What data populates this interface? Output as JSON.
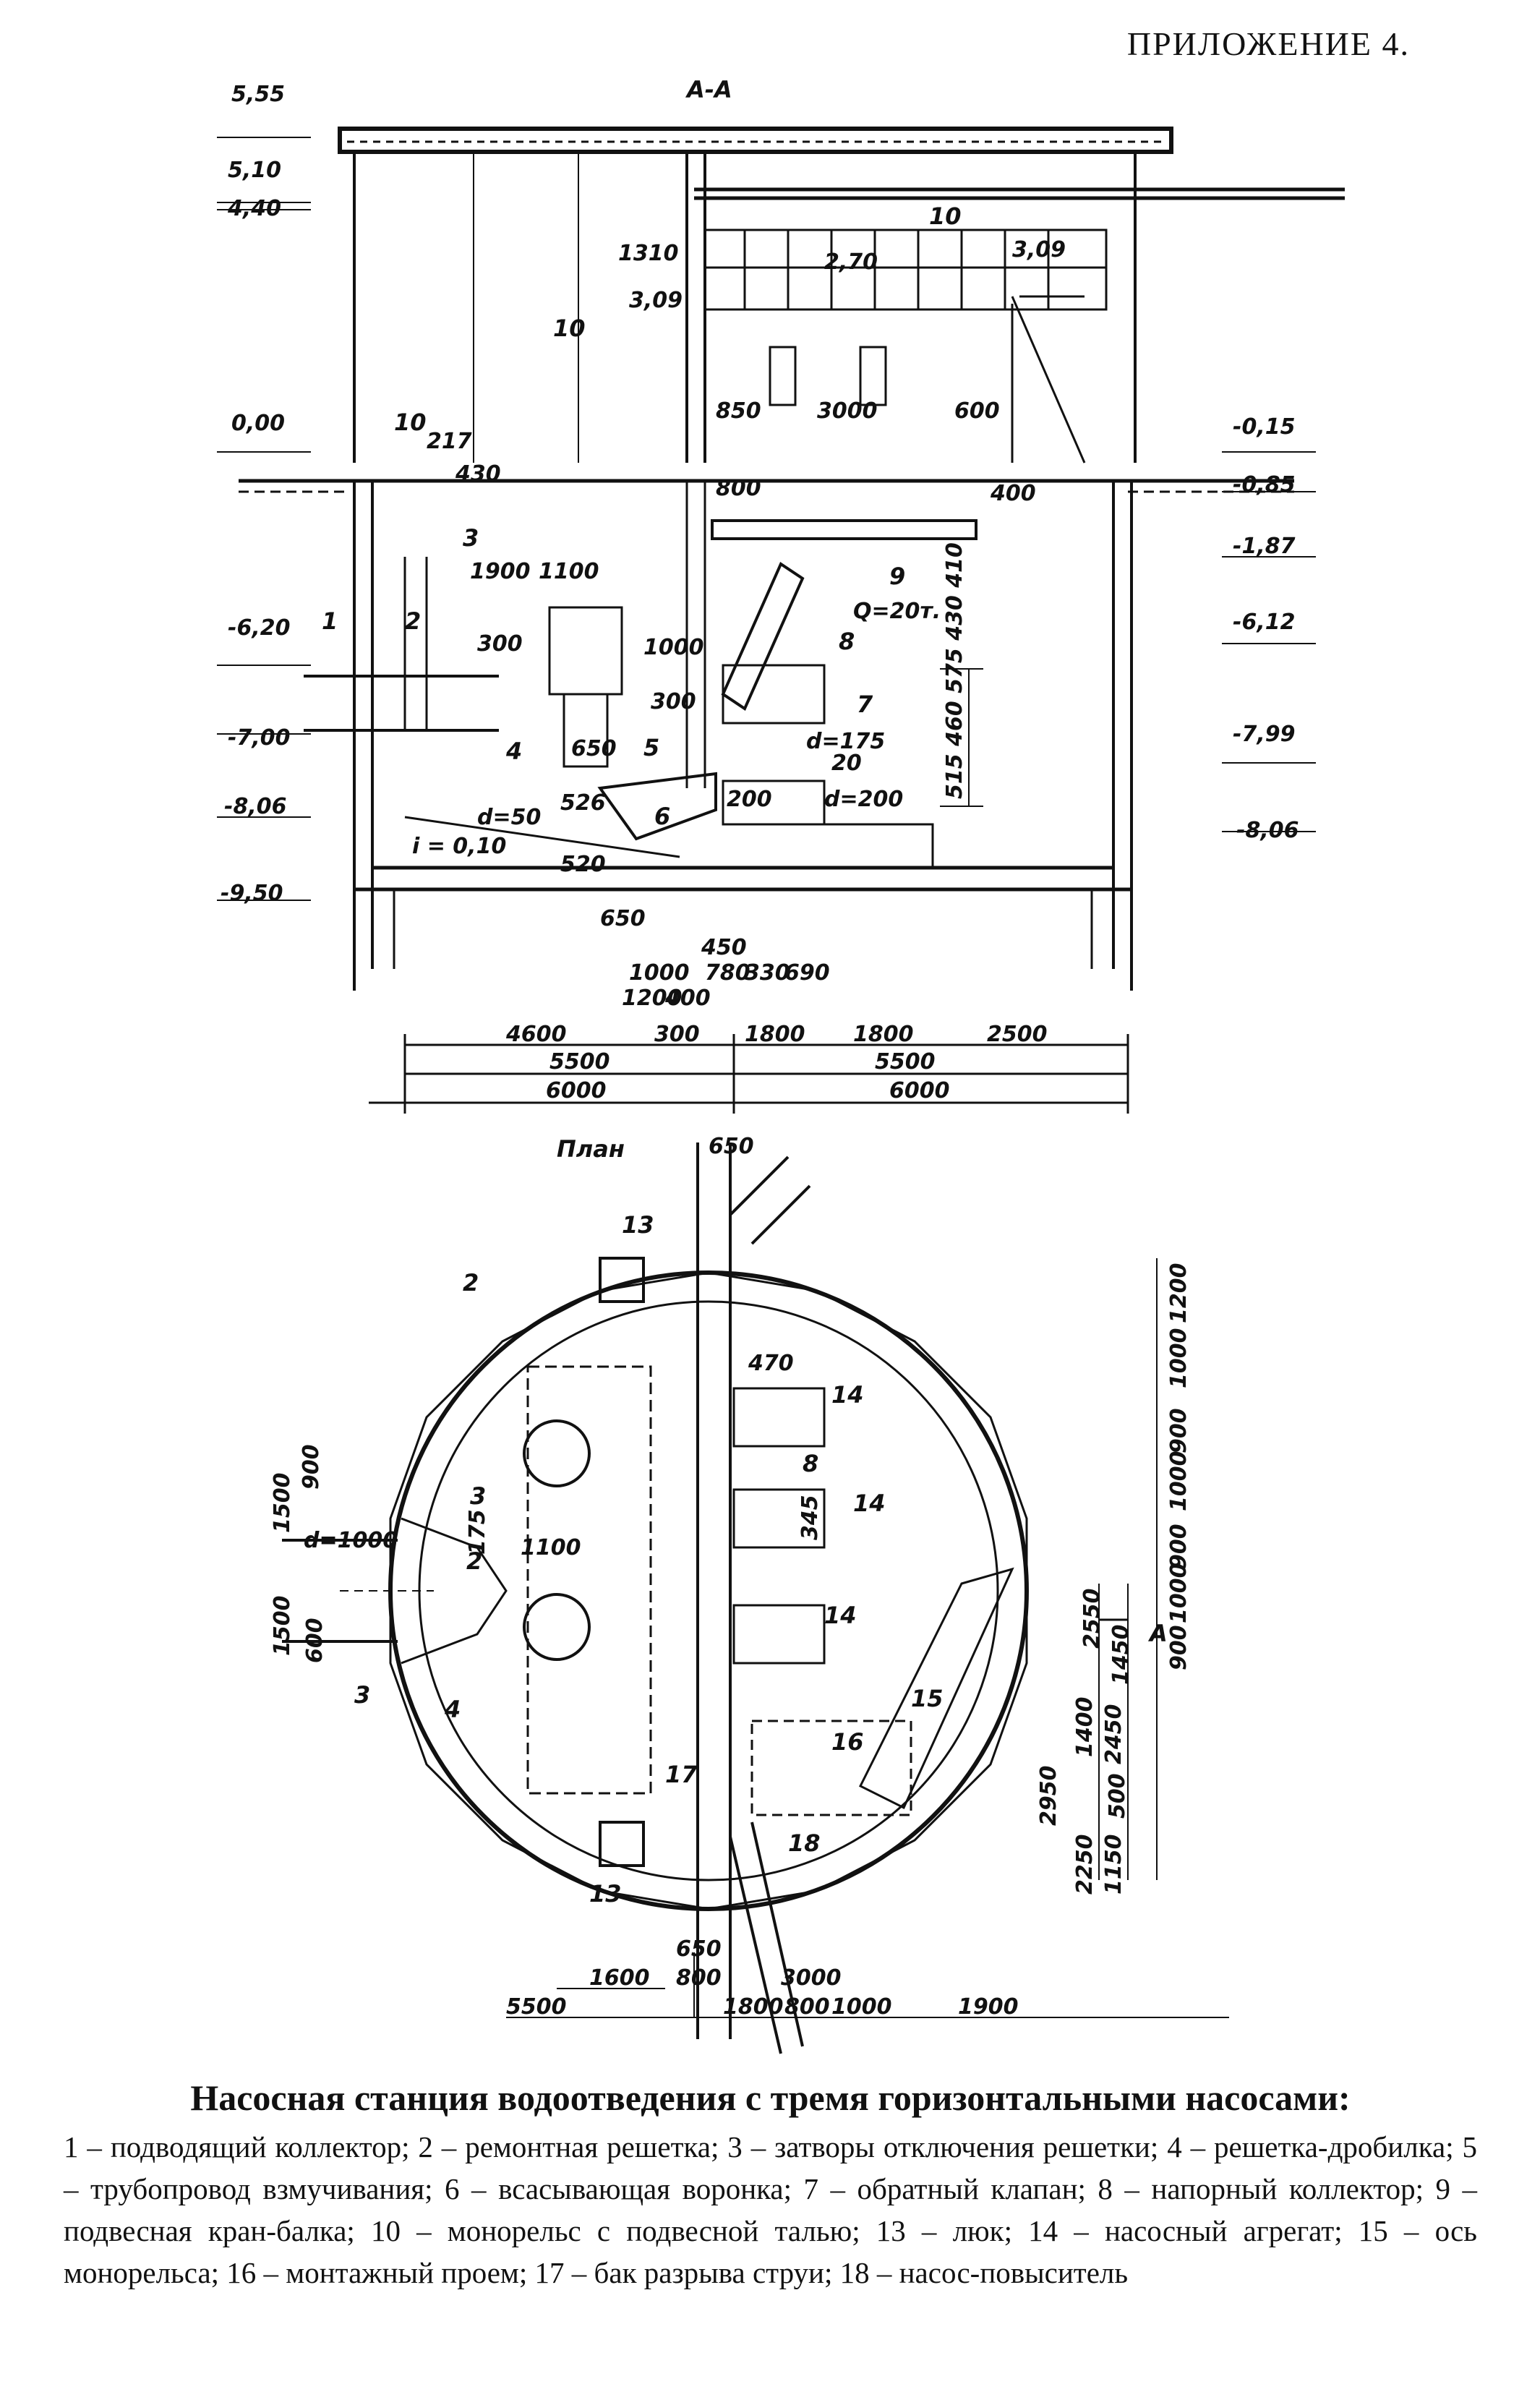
{
  "page": {
    "appendix": "ПРИЛОЖЕНИЕ 4."
  },
  "section": {
    "title": "А-А",
    "elevations": {
      "left": [
        "5,55",
        "5,10",
        "4,40",
        "0,00",
        "-6,20",
        "-7,00",
        "-8,06",
        "-9,50"
      ],
      "right": [
        "-0,15",
        "-0,85",
        "-1,87",
        "-6,12",
        "-7,99",
        "-8,06"
      ],
      "inner": "3,09",
      "inner_right": "3,09"
    },
    "dims": {
      "d1310": "1310",
      "d217": "217",
      "d430": "430",
      "d2_70": "2,70",
      "d850": "850",
      "d3000": "3000",
      "d600": "600",
      "d800": "800",
      "d400": "400",
      "d1900": "1900",
      "d1100": "1100",
      "d300a": "300",
      "d1000v": "1000",
      "d300b": "300",
      "d650a": "650",
      "d526": "526",
      "d520": "520",
      "d_d50": "d=50",
      "d_i": "i = 0,10",
      "d_d175": "d=175",
      "d20": "20",
      "d_d200": "d=200",
      "d200": "200",
      "d515_460_575_430_410": "515 460 575 430 410",
      "d650b": "650",
      "d1000b": "1000",
      "d1200": "1200",
      "d400b": "400",
      "d450": "450",
      "d780": "780",
      "d330": "330",
      "d690": "690",
      "d4600": "4600",
      "d300c": "300",
      "d1800a": "1800",
      "d1800b": "1800",
      "d2500": "2500",
      "d5500a": "5500",
      "d5500b": "5500",
      "d6000a": "6000",
      "d6000b": "6000",
      "load": "Q=20т."
    },
    "callouts": [
      "1",
      "2",
      "3",
      "4",
      "5",
      "6",
      "7",
      "8",
      "9",
      "10",
      "10",
      "10"
    ]
  },
  "plan": {
    "title": "План",
    "marker": "А",
    "dims": {
      "top650": "650",
      "r1200": "1200",
      "r1000a": "1000",
      "r900a": "900",
      "r1000b": "1000",
      "r900b": "900",
      "r1000c": "1000",
      "r900c": "900",
      "r2550": "2550",
      "r1450": "1450",
      "r1400": "1400",
      "r2450": "2450",
      "r2950": "2950",
      "r500": "500",
      "r2250": "2250",
      "r1150": "1150",
      "l900": "900",
      "l1500a": "1500",
      "l_d1000": "d=1000",
      "l1500b": "1500",
      "l600": "600",
      "l175": "175",
      "l1100": "1100",
      "d470": "470",
      "d345": "345",
      "b5500": "5500",
      "b1600": "1600",
      "b650": "650",
      "b800": "800",
      "b3000": "3000",
      "b1800": "1800",
      "b800b": "800",
      "b1000": "1000",
      "b1900": "1900"
    },
    "callouts": [
      "2",
      "3",
      "2",
      "3",
      "4",
      "8",
      "13",
      "13",
      "14",
      "14",
      "14",
      "15",
      "16",
      "17",
      "18"
    ]
  },
  "caption": {
    "title": "Насосная станция водоотведения с тремя горизонтальными насосами:",
    "text": "1 – подводящий коллектор; 2 – ремонтная решетка; 3 – затворы отключения решетки; 4 – решетка-дробилка; 5 – трубопровод взмучивания; 6 – всасывающая воронка; 7 – обратный клапан; 8 – напорный коллектор; 9 – подвесная кран-балка; 10 – монорельс с подвесной талью; 13 – люк; 14 – насосный агрегат; 15 – ось монорельса; 16 – монтажный проем; 17 – бак разрыва струи; 18 – насос-повыситель"
  }
}
